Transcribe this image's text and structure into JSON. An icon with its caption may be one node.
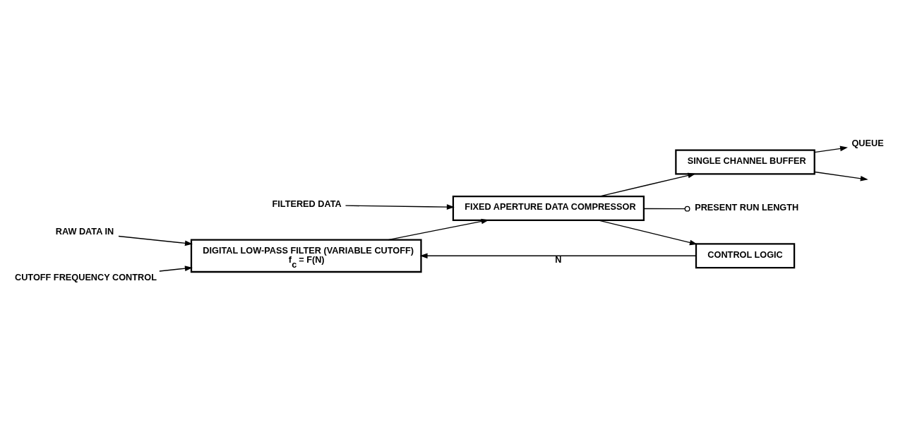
{
  "diagram": {
    "nodes": [
      {
        "text": [
          "RAW DATA IN"
        ]
      },
      {
        "text": [
          "DIGITAL LOW-PASS FILTER (VARIABLE CUTOFF)",
          "f$_{c}$ = F(N)"
        ]
      },
      {
        "text": [
          "FILTERED DATA"
        ]
      },
      {
        "text": [
          "FIXED APERTURE DATA COMPRESSOR"
        ]
      },
      {
        "text": [
          "SINGLE CHANNEL BUFFER"
        ]
      },
      {
        "text": [
          "QUEUE"
        ]
      },
      {
        "text": [
          "PRESENT RUN LENGTH"
        ]
      },
      {
        "text": [
          "CUTOFF FREQUENCY CONTROL"
        ]
      },
      {
        "text": [
          "CONTROL LOGIC"
        ]
      }
    ],
    "edges": [
      {
        "from": 0,
        "to": 1,
        "arrow": "to"
      },
      {
        "from": 1,
        "to": 3,
        "arrow": "to"
      },
      {
        "from": 2,
        "to": 3,
        "arrow": "to"
      },
      {
        "from": 3,
        "to": 4,
        "arrow": "to"
      },
      {
        "from": 4,
        "to": null,
        "arrow": "to"
      },
      {
        "from": 4,
        "to": 5,
        "arrow": "to"
      },
      {
        "from": 3,
        "to": 6,
        "arrow": "other"
      },
      {
        "from": 3,
        "to": 8,
        "arrow": "to"
      },
      {
        "from": 8,
        "to": 1,
        "arrow": "to",
        "label": "N"
      },
      {
        "from": 7,
        "to": 1,
        "arrow": "to"
      }
    ]
  }
}
